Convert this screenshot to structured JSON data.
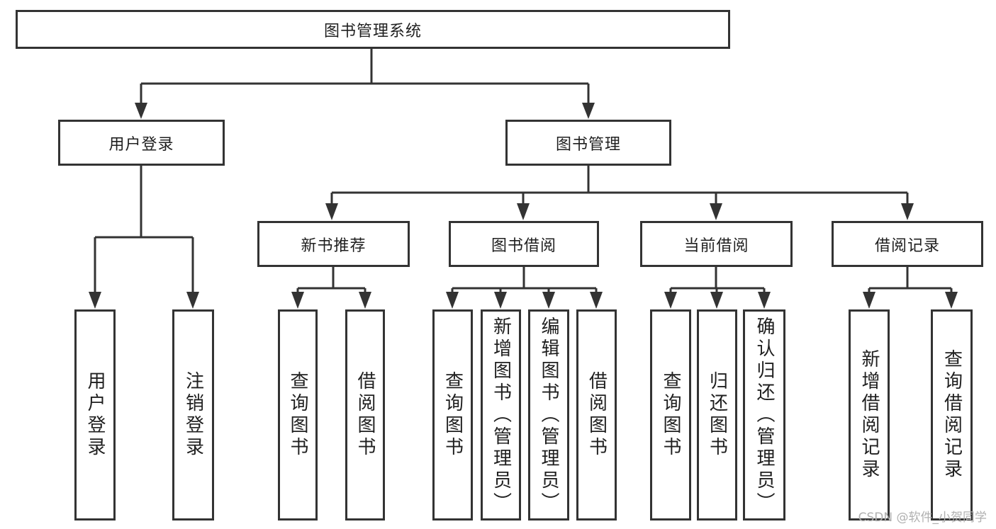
{
  "tree": {
    "root": "图书管理系统",
    "children": [
      {
        "label": "用户登录",
        "children": [
          {
            "label": "用户登录"
          },
          {
            "label": "注销登录"
          }
        ]
      },
      {
        "label": "图书管理",
        "children": [
          {
            "label": "新书推荐",
            "children": [
              {
                "label": "查询图书"
              },
              {
                "label": "借阅图书"
              }
            ]
          },
          {
            "label": "图书借阅",
            "children": [
              {
                "label": "查询图书"
              },
              {
                "label": "新增图书（管理员）"
              },
              {
                "label": "编辑图书（管理员）"
              },
              {
                "label": "借阅图书"
              }
            ]
          },
          {
            "label": "当前借阅",
            "children": [
              {
                "label": "查询图书"
              },
              {
                "label": "归还图书"
              },
              {
                "label": "确认归还（管理员）"
              }
            ]
          },
          {
            "label": "借阅记录",
            "children": [
              {
                "label": "新增借阅记录"
              },
              {
                "label": "查询借阅记录"
              }
            ]
          }
        ]
      }
    ]
  },
  "watermark": {
    "text": "CSDN @软件_小贺同学"
  },
  "colors": {
    "line": "#333333",
    "box_border": "#333333",
    "text": "#1f1f1f",
    "watermark": "#b0b0b0",
    "background": "#ffffff"
  }
}
